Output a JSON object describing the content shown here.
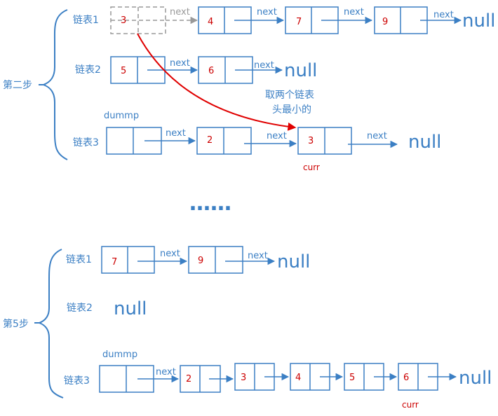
{
  "colors": {
    "primary": "#3b7fc4",
    "value_text": "#cc0000",
    "highlight_arrow": "#e00000",
    "dashed_node": "#999999"
  },
  "step2": {
    "label": "第二步",
    "list1": {
      "label": "链表1",
      "removed_value": "3",
      "values": [
        "4",
        "7",
        "9"
      ]
    },
    "list2": {
      "label": "链表2",
      "values": [
        "5",
        "6"
      ]
    },
    "list3": {
      "label": "链表3",
      "dummy_label": "dummp",
      "values": [
        "2",
        "3"
      ],
      "curr_label": "curr"
    },
    "note": [
      "取两个链表",
      "头最小的"
    ]
  },
  "ellipsis": "……",
  "step5": {
    "label": "第5步",
    "list1": {
      "label": "链表1",
      "values": [
        "7",
        "9"
      ]
    },
    "list2": {
      "label": "链表2",
      "null_text": "null"
    },
    "list3": {
      "label": "链表3",
      "dummy_label": "dummp",
      "values": [
        "2",
        "3",
        "4",
        "5",
        "6"
      ],
      "curr_label": "curr"
    }
  },
  "next_label": "next",
  "null_label": "null"
}
